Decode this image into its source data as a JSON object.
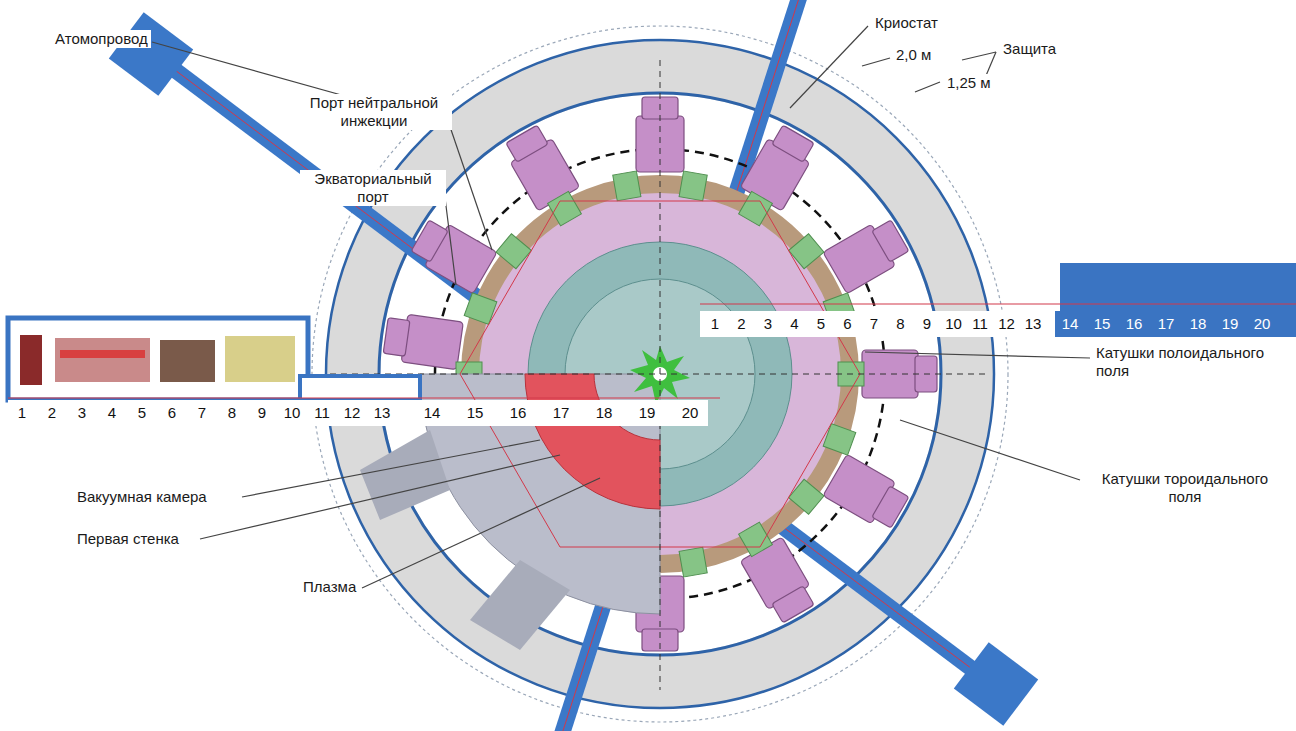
{
  "diagram": {
    "labels": [
      "Атомопровод",
      "Криостат",
      "2,0 м",
      "Защита",
      "1,25 м",
      "Порт нейтральной инжекции",
      "Экваториальный порт",
      "1",
      "2",
      "3",
      "4",
      "5",
      "6",
      "7",
      "8",
      "9",
      "10",
      "11",
      "12",
      "13",
      "14",
      "15",
      "16",
      "17",
      "18",
      "19",
      "20",
      "Катушки полоидального поля",
      "1",
      "2",
      "3",
      "4",
      "5",
      "6",
      "7",
      "8",
      "9",
      "10",
      "11",
      "12",
      "13",
      "14",
      "15",
      "16",
      "17",
      "18",
      "19",
      "20",
      "Вакуумная камера",
      "Катушки тороидального поля",
      "Первая стенка",
      "Плазма"
    ]
  }
}
